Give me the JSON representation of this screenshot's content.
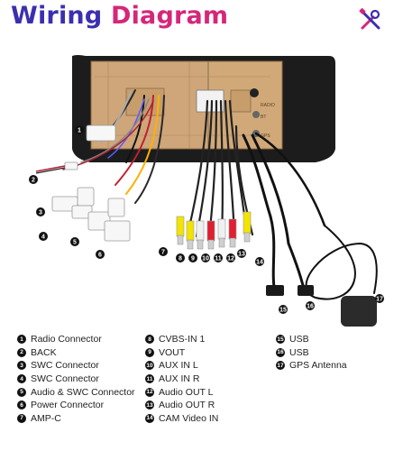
{
  "header": {
    "title_part1": "Wiring",
    "title_part2": "Diagram",
    "icon": "tools-icon",
    "accent_primary": "#3b2fb0",
    "accent_secondary": "#d4277a"
  },
  "diagram": {
    "panel_labels": [
      "RADIO",
      "BT",
      "GPS"
    ],
    "callouts": [
      "1",
      "2",
      "3",
      "4",
      "5",
      "6",
      "7",
      "8",
      "9",
      "10",
      "11",
      "12",
      "13",
      "14",
      "15",
      "16",
      "17"
    ]
  },
  "legend": {
    "col1": [
      {
        "num": "1",
        "label": "Radio Connector"
      },
      {
        "num": "2",
        "label": "BACK"
      },
      {
        "num": "3",
        "label": "SWC Connector"
      },
      {
        "num": "4",
        "label": "SWC Connector"
      },
      {
        "num": "5",
        "label": "Audio & SWC Connector"
      },
      {
        "num": "6",
        "label": "Power Connector"
      },
      {
        "num": "7",
        "label": "AMP-C"
      }
    ],
    "col2": [
      {
        "num": "8",
        "label": "CVBS-IN 1"
      },
      {
        "num": "9",
        "label": "VOUT"
      },
      {
        "num": "10",
        "label": "AUX IN L"
      },
      {
        "num": "11",
        "label": "AUX IN R"
      },
      {
        "num": "12",
        "label": "Audio OUT L"
      },
      {
        "num": "13",
        "label": "Audio OUT R"
      },
      {
        "num": "14",
        "label": "CAM Video IN"
      }
    ],
    "col3": [
      {
        "num": "15",
        "label": "USB"
      },
      {
        "num": "16",
        "label": "USB"
      },
      {
        "num": "17",
        "label": "GPS Antenna"
      }
    ]
  }
}
